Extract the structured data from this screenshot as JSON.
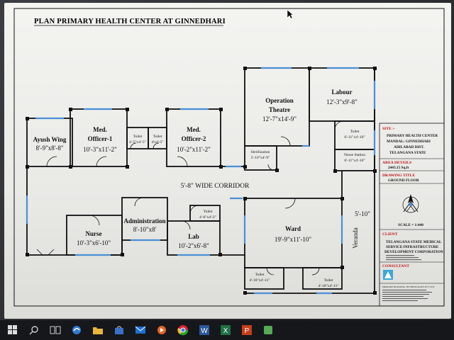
{
  "plan": {
    "title": "PLAN PRIMARY HEALTH CENTER AT GINNEDHARI",
    "corridor": "5'-8\" WIDE CORRIDOR",
    "veranda": "Veranda",
    "veranda_width": "5'-10\"",
    "rooms": {
      "ayush": {
        "name": "Ayush Wing",
        "dim": "8'-9\"x8'-8\""
      },
      "med1": {
        "name": "Med.",
        "name2": "Officer-1",
        "dim": "10'-3\"x11'-2\""
      },
      "toilet_a": {
        "name": "Toilet",
        "dim": "4'-5\"x4'-5\""
      },
      "toilet_b": {
        "name": "Toilet",
        "dim": "4'x4'-5\""
      },
      "med2": {
        "name": "Med.",
        "name2": "Officer-2",
        "dim": "10'-2\"x11'-2\""
      },
      "ot": {
        "name": "Operation",
        "name2": "Theatre",
        "dim": "12'-7\"x14'-9\""
      },
      "labour": {
        "name": "Labour",
        "dim": "12'-3\"x9'-8\""
      },
      "sterilization": {
        "name": "Sterilization",
        "dim": "5'-10\"x4'-9\""
      },
      "toilet_l": {
        "name": "Toilet",
        "dim": "6'-11\"x4'-10\""
      },
      "nurse_station": {
        "name": "Nurse Station",
        "dim": "6'-11\"x4'-10\""
      },
      "nurse": {
        "name": "Nurse",
        "dim": "10'-3\"x6'-10\""
      },
      "admin": {
        "name": "Administration",
        "dim": "8'-10\"x8'"
      },
      "toilet_lab": {
        "name": "Toilet",
        "dim": "4'-6\"x4'-2\""
      },
      "lab": {
        "name": "Lab",
        "dim": "10'-2\"x6'-8\""
      },
      "ward": {
        "name": "Ward",
        "dim": "19'-9\"x11'-10\""
      },
      "toilet_w1": {
        "name": "Toilet",
        "dim": "4'-10\"x4'-11\""
      },
      "toilet_w2": {
        "name": "Toilet",
        "dim": "4'-10\"x4'-11\""
      }
    }
  },
  "title_block": {
    "site_head": "SITE :-",
    "site_1": "PRIMARY HEALTH CENTER",
    "site_2": "MANDAL: GINNEDHARI",
    "site_3": "ADILABAD DIST.",
    "site_4": "TELANGANA STATE",
    "area_head": "AREA DETAILS",
    "area_value": "2443.15 Sq.ft",
    "drawing_head": "DRAWING TITLE",
    "drawing_value": "GROUND FLOOR",
    "scale": "SCALE = 1:440",
    "client_head": "CLIENT",
    "client_1": "TELANGANA STATE MEDICAL",
    "client_2": "SERVICE INFRASTRUCTURE",
    "client_3": "DEVELOPMENT CORPORATION",
    "consultant_head": "CONSULTANT",
    "consultant_1": "PRIMARY BUILDING TECHNOLOGIES PVT LTD"
  },
  "colors": {
    "window": "#4a8fd6",
    "wall": "#111111",
    "accent": "#b11111"
  },
  "taskbar": {
    "icons": [
      "windows-icon",
      "search-icon",
      "task-view-icon",
      "edge-icon",
      "folder-icon",
      "store-icon",
      "mail-icon",
      "media-icon",
      "chrome-icon",
      "word-icon",
      "excel-icon",
      "powerpoint-icon",
      "app-icon"
    ]
  }
}
